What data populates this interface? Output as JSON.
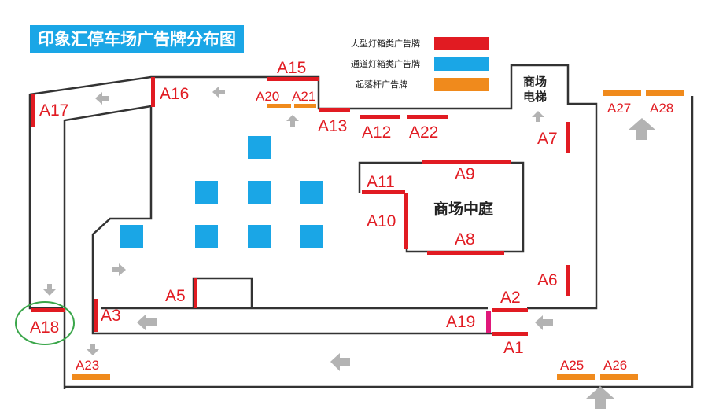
{
  "title": "印象汇停车场广告牌分布图",
  "legend": [
    {
      "label": "大型灯箱类广告牌",
      "color": "#e11b22"
    },
    {
      "label": "通道灯箱类广告牌",
      "color": "#1aa6e6"
    },
    {
      "label": "起落杆广告牌",
      "color": "#f08a1c"
    }
  ],
  "zones": {
    "elevator_line1": "商场",
    "elevator_line2": "电梯",
    "atrium": "商场中庭"
  },
  "signs": {
    "A1": "A1",
    "A2": "A2",
    "A3": "A3",
    "A5": "A5",
    "A6": "A6",
    "A7": "A7",
    "A8": "A8",
    "A9": "A9",
    "A10": "A10",
    "A11": "A11",
    "A12": "A12",
    "A13": "A13",
    "A15": "A15",
    "A16": "A16",
    "A17": "A17",
    "A18": "A18",
    "A19": "A19",
    "A20": "A20",
    "A21": "A21",
    "A22": "A22",
    "A23": "A23",
    "A25": "A25",
    "A26": "A26",
    "A27": "A27",
    "A28": "A28"
  },
  "colors": {
    "large_lightbox": "#e11b22",
    "aisle_lightbox": "#1aa6e6",
    "barrier_gate": "#f08a1c",
    "special_sign": "#e0187a",
    "arrow": "#b3b3b3",
    "highlight_circle": "#3aa64a"
  }
}
